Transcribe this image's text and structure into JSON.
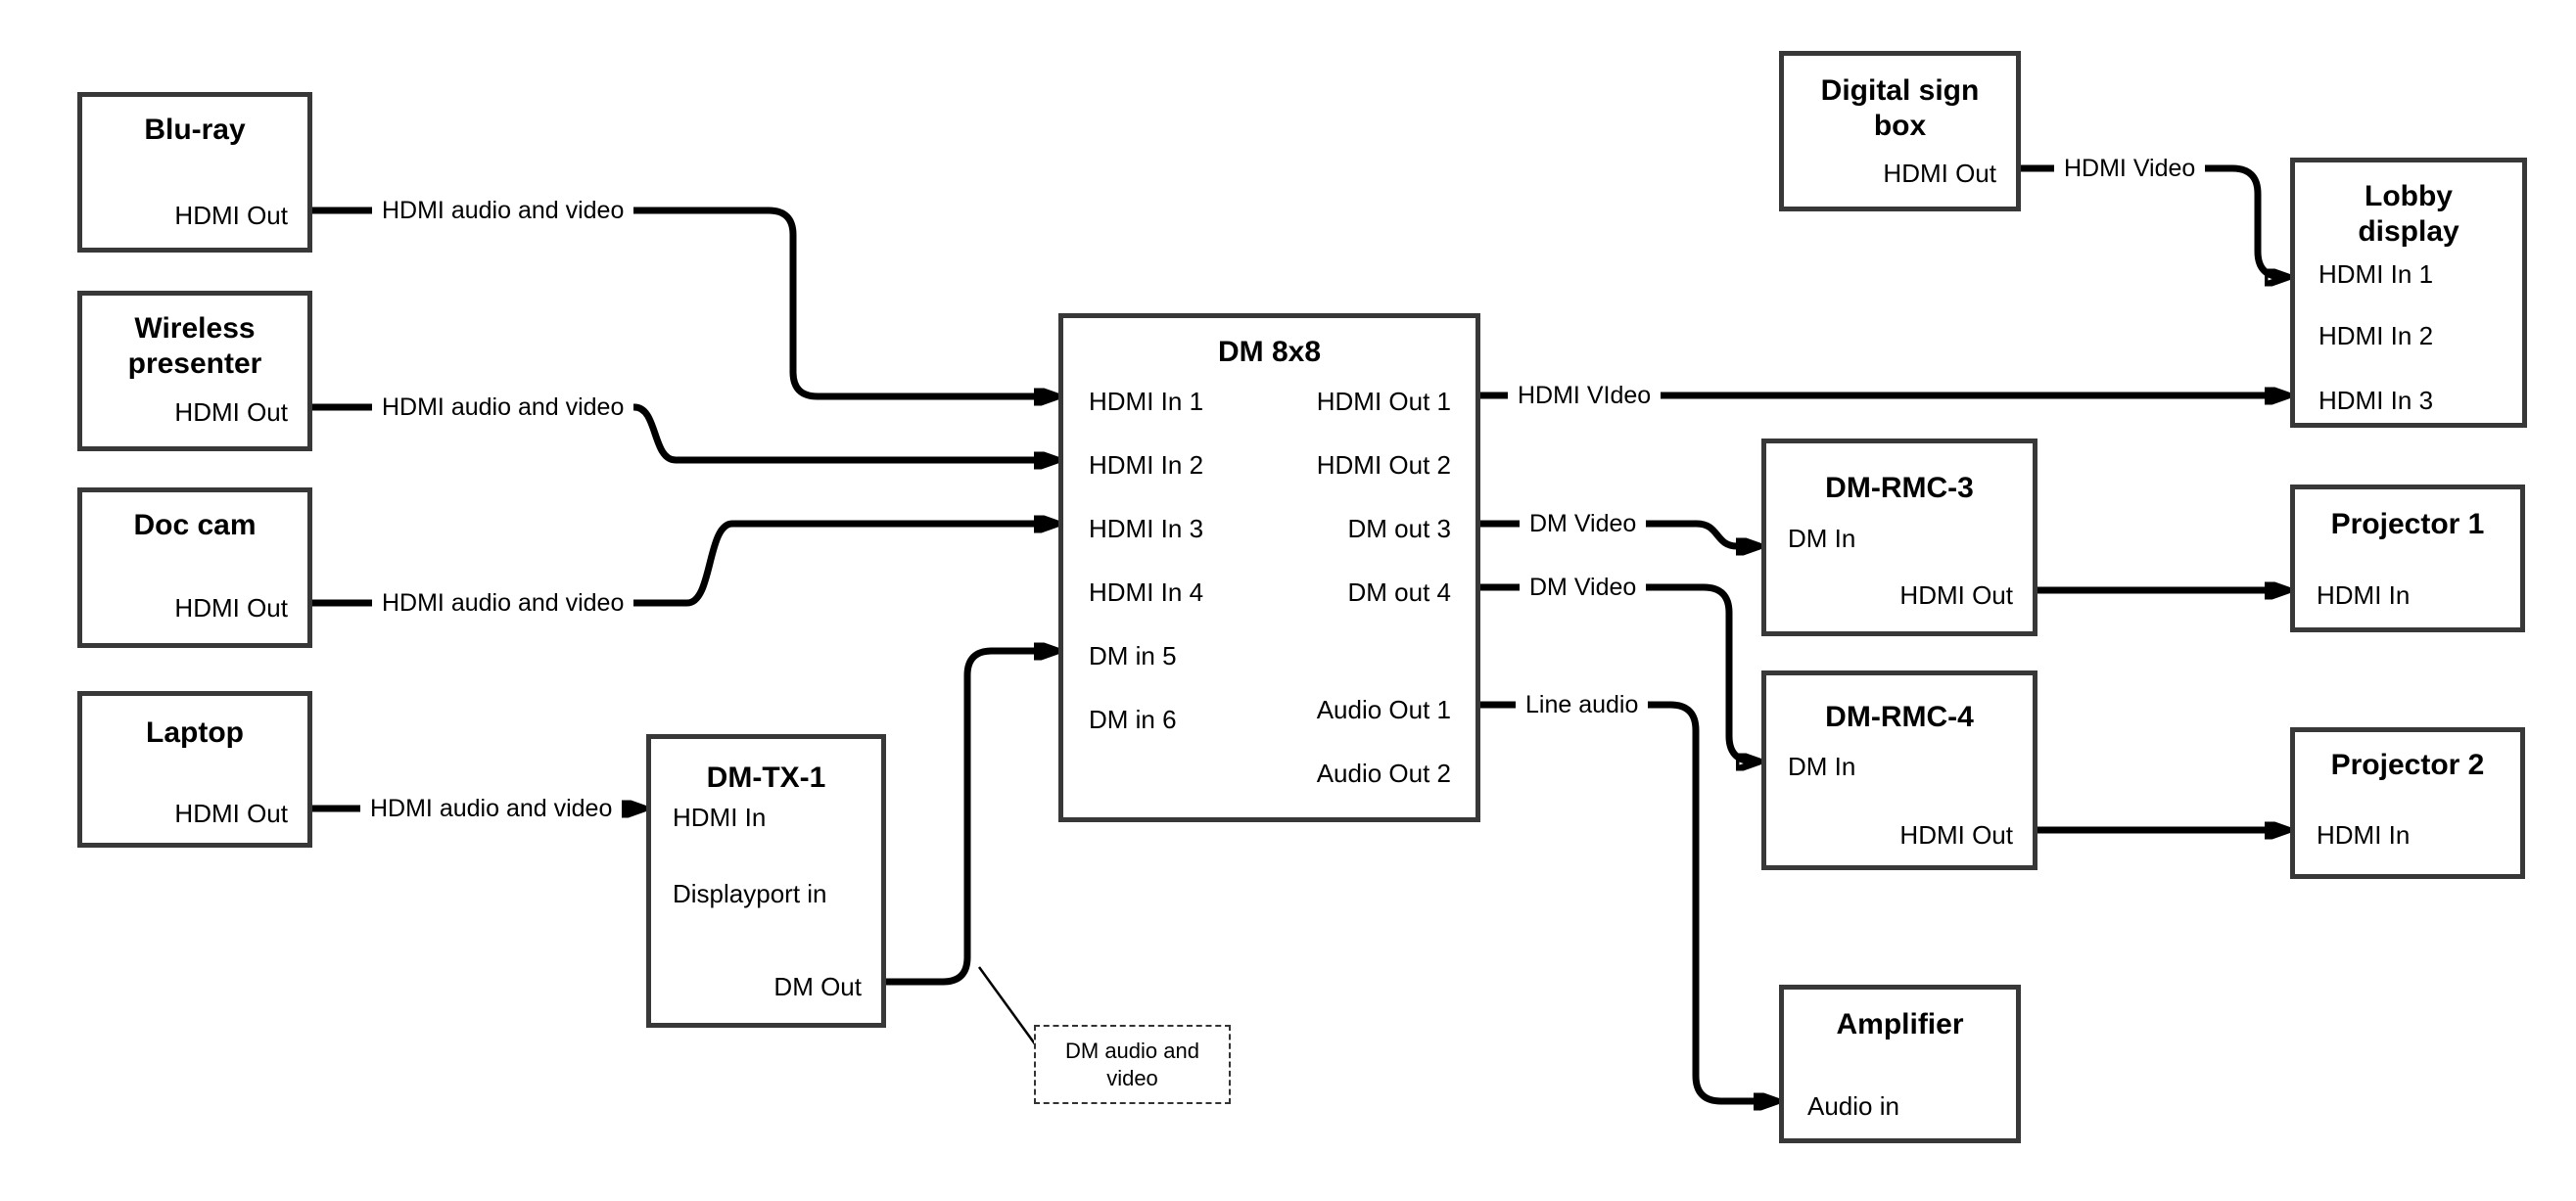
{
  "nodes": {
    "bluray": {
      "title": "Blu-ray",
      "port_out": "HDMI Out"
    },
    "wireless": {
      "title": "Wireless presenter",
      "port_out": "HDMI Out"
    },
    "doccam": {
      "title": "Doc cam",
      "port_out": "HDMI Out"
    },
    "laptop": {
      "title": "Laptop",
      "port_out": "HDMI Out"
    },
    "dmtx1": {
      "title": "DM-TX-1",
      "port_hdmi_in": "HDMI In",
      "port_dp_in": "Displayport in",
      "port_dm_out": "DM Out"
    },
    "dm8x8": {
      "title": "DM 8x8",
      "in1": "HDMI In 1",
      "in2": "HDMI In 2",
      "in3": "HDMI In 3",
      "in4": "HDMI In 4",
      "in5": "DM in 5",
      "in6": "DM in 6",
      "out1": "HDMI Out 1",
      "out2": "HDMI Out 2",
      "out3": "DM out 3",
      "out4": "DM out 4",
      "aout1": "Audio Out 1",
      "aout2": "Audio Out 2"
    },
    "sign": {
      "title": "Digital sign box",
      "port_out": "HDMI Out"
    },
    "lobby": {
      "title": "Lobby display",
      "in1": "HDMI In 1",
      "in2": "HDMI In 2",
      "in3": "HDMI In 3"
    },
    "rmc3": {
      "title": "DM-RMC-3",
      "port_dm_in": "DM In",
      "port_out": "HDMI Out"
    },
    "proj1": {
      "title": "Projector 1",
      "port_in": "HDMI In"
    },
    "rmc4": {
      "title": "DM-RMC-4",
      "port_dm_in": "DM In",
      "port_out": "HDMI Out"
    },
    "proj2": {
      "title": "Projector 2",
      "port_in": "HDMI In"
    },
    "amp": {
      "title": "Amplifier",
      "port_in": "Audio in"
    }
  },
  "edge_labels": {
    "bluray_dm8x8": "HDMI audio and video",
    "wireless_dm8x8": "HDMI audio and video",
    "doccam_dm8x8": "HDMI audio and video",
    "laptop_dmtx1": "HDMI audio and video",
    "dm8x8_lobby": "HDMI VIdeo",
    "sign_lobby": "HDMI Video",
    "dm8x8_rmc3": "DM Video",
    "dm8x8_rmc4": "DM Video",
    "dm8x8_amp": "Line audio",
    "note_line1": "DM audio and",
    "note_line2": "video"
  },
  "colors": {
    "wire": "#000000",
    "border": "#383838",
    "text": "#000000",
    "background": "#ffffff"
  }
}
